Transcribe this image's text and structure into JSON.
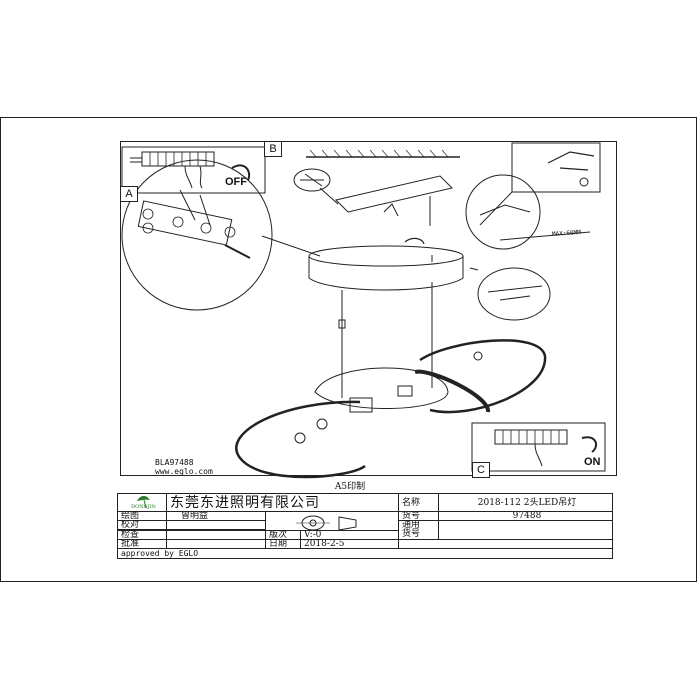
{
  "panels": {
    "a": "A",
    "b": "B",
    "c": "C"
  },
  "instructions": {
    "off_label": "OFF",
    "on_label": "ON",
    "max_label": "MAX:60MM"
  },
  "model": {
    "code": "BLA97488",
    "website": "www.eglo.com"
  },
  "print_note": "A5印制",
  "title_block": {
    "company": "东莞东进照明有限公司",
    "logo_text": "DONGJIN",
    "rows": {
      "draw_label": "绘图",
      "draw_value": "曾明益",
      "check_label": "校对",
      "inspect_label": "检查",
      "approve_label": "批准",
      "version_label": "版次",
      "version_value": "V:-0",
      "date_label": "日期",
      "date_value": "2018-2-5",
      "name_label": "名称",
      "name_value": "2018-112 2头LED吊灯",
      "item_label": "货号",
      "item_value": "97488",
      "common_label": "通用",
      "common_item_label": "货号"
    },
    "approved": "approved by EGLO"
  },
  "colors": {
    "line": "#222222",
    "logo_green": "#2a7a2a"
  }
}
